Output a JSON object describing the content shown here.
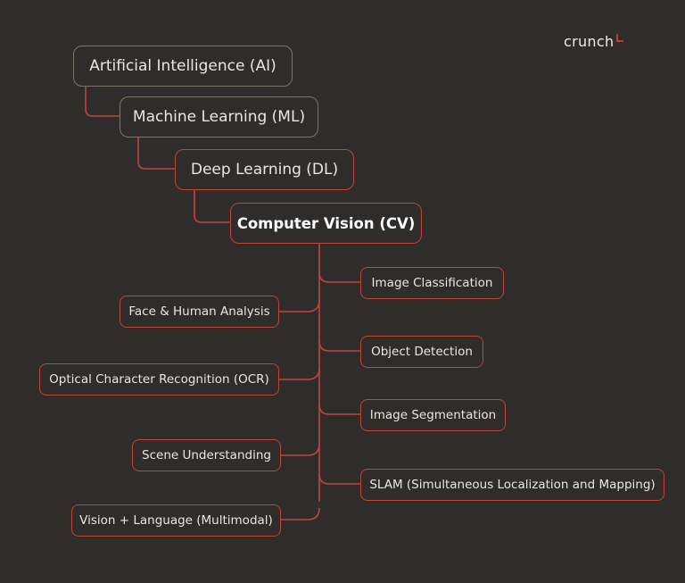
{
  "brand": {
    "name": "crunch",
    "accent_color": "#c1443a"
  },
  "hierarchy": [
    {
      "id": "ai",
      "label": "Artificial Intelligence (AI)"
    },
    {
      "id": "ml",
      "label": "Machine Learning (ML)"
    },
    {
      "id": "dl",
      "label": "Deep Learning (DL)"
    },
    {
      "id": "cv",
      "label": "Computer Vision (CV)"
    }
  ],
  "cv_branches_left": [
    {
      "id": "face",
      "label": "Face & Human Analysis"
    },
    {
      "id": "ocr",
      "label": "Optical Character Recognition (OCR)"
    },
    {
      "id": "scene",
      "label": "Scene Understanding"
    },
    {
      "id": "vlm",
      "label": "Vision + Language (Multimodal)"
    }
  ],
  "cv_branches_right": [
    {
      "id": "cls",
      "label": "Image Classification"
    },
    {
      "id": "det",
      "label": "Object Detection"
    },
    {
      "id": "seg",
      "label": "Image Segmentation"
    },
    {
      "id": "slam",
      "label": "SLAM (Simultaneous Localization and Mapping)"
    }
  ]
}
